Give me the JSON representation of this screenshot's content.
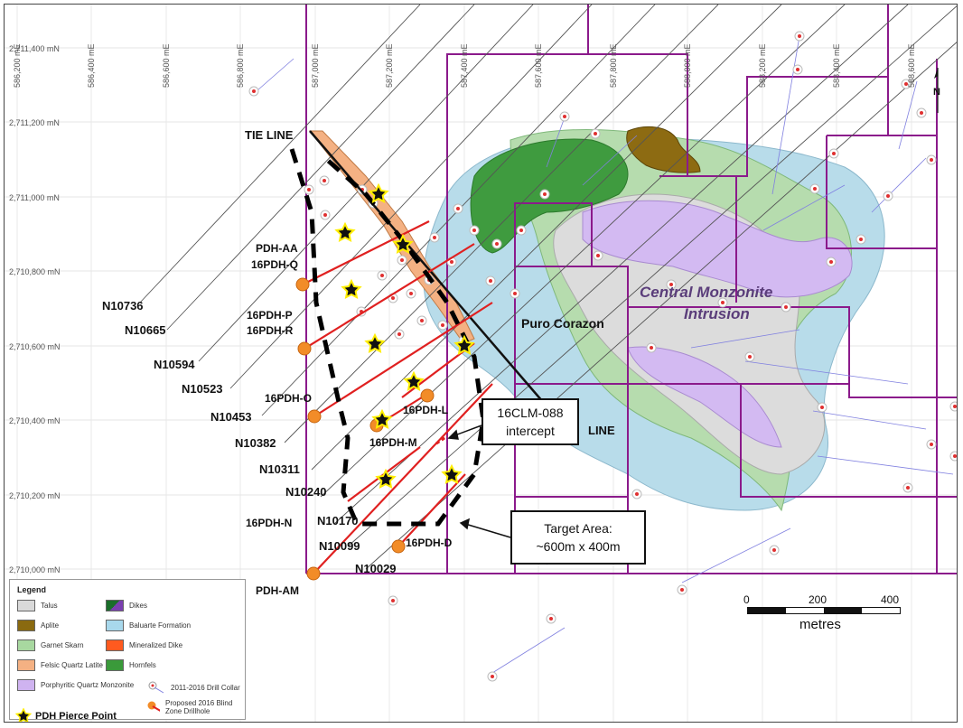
{
  "grid": {
    "northing_labels": [
      "2,711,400 mN",
      "2,711,200 mN",
      "2,711,000 mN",
      "2,710,800 mN",
      "2,710,600 mN",
      "2,710,400 mN",
      "2,710,200 mN",
      "2,710,000 mN"
    ],
    "easting_labels": [
      "586,200 mE",
      "586,400 mE",
      "586,600 mE",
      "586,800 mE",
      "587,000 mE",
      "587,200 mE",
      "587,400 mE",
      "587,600 mE",
      "587,800 mE",
      "588,000 mE",
      "588,200 mE",
      "588,400 mE",
      "588,600 mE"
    ]
  },
  "sections": [
    "N10736",
    "N10665",
    "N10594",
    "N10523",
    "N10453",
    "N10382",
    "N10311",
    "N10240",
    "N10170",
    "N10099",
    "N10029"
  ],
  "tie_line": "TIE LINE",
  "line_label": "LINE",
  "drillholes": [
    "PDH-AA",
    "16PDH-Q",
    "16PDH-P",
    "16PDH-R",
    "16PDH-O",
    "16PDH-L",
    "16PDH-M",
    "16PDH-N",
    "16PDH-D",
    "PDH-AM"
  ],
  "map_labels": {
    "intrusion_line1": "Central Monzonite",
    "intrusion_line2": "Intrusion",
    "puro_corazon": "Puro Corazon"
  },
  "callouts": {
    "intercept_line1": "16CLM-088",
    "intercept_line2": "intercept",
    "target_line1": "Target Area:",
    "target_line2": "~600m x 400m"
  },
  "north": "N",
  "scale": {
    "ticks": [
      "0",
      "200",
      "400"
    ],
    "unit": "metres"
  },
  "legend": {
    "title": "Legend",
    "items": [
      {
        "label": "Talus",
        "color": "#d9d9d9"
      },
      {
        "label": "Aplite",
        "color": "#8a6a10"
      },
      {
        "label": "Garnet Skarn",
        "color": "#a8d8a0"
      },
      {
        "label": "Felsic Quartz Latite",
        "color": "#f4b183"
      },
      {
        "label": "Porphyritic Quartz Monzonite",
        "color": "#cfb3f0"
      },
      {
        "label": "Dikes",
        "color": "#7a3fb0"
      },
      {
        "label": "Baluarte Formation",
        "color": "#a8d8ec"
      },
      {
        "label": "Mineralized Dike",
        "color": "#ff5a1f"
      },
      {
        "label": "Hornfels",
        "color": "#3a9a3a"
      },
      {
        "label": "2011-2016 Drill Collar",
        "color": "#e03030"
      },
      {
        "label": "Proposed 2016 Blind Zone Drillhole",
        "color": "#f28c28"
      }
    ],
    "pierce_point": "PDH Pierce Point"
  },
  "colors": {
    "claim_boundary": "#8b1a8b",
    "section_line": "#222222",
    "drill_trace": "#e02020",
    "target_outline": "#000000"
  }
}
